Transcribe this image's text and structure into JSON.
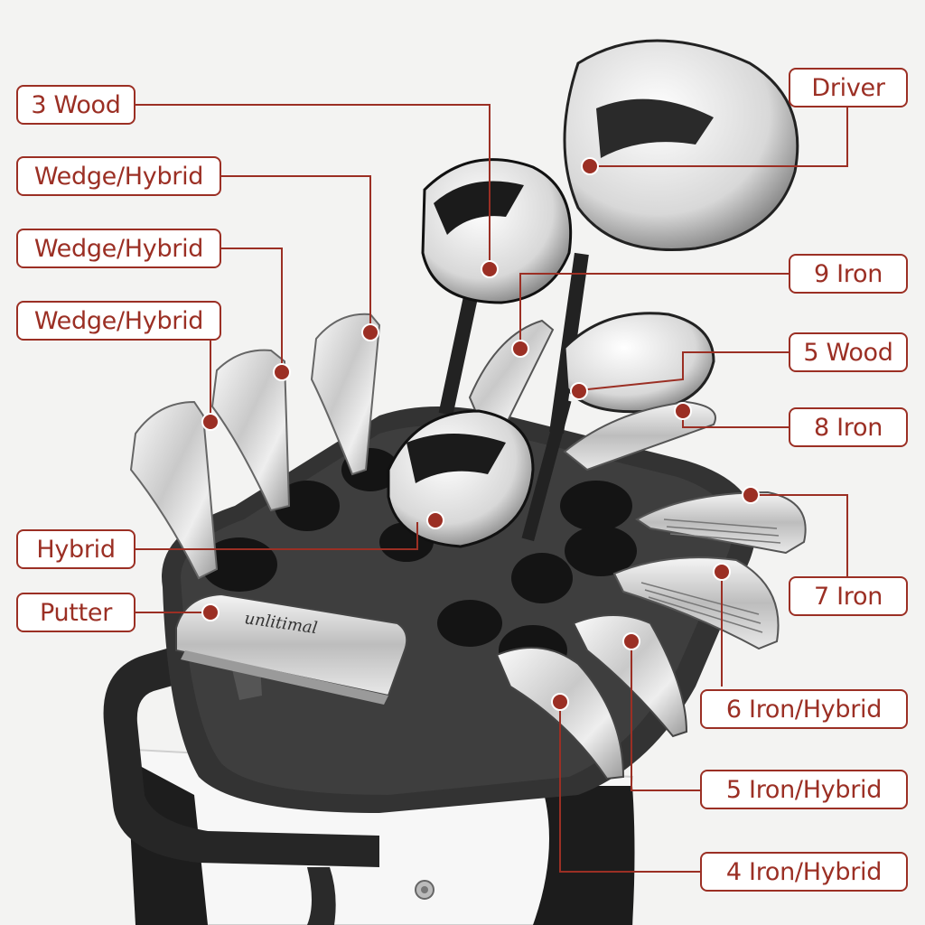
{
  "callouts": {
    "wood3": "3 Wood",
    "wedge_hybrid_1": "Wedge/Hybrid",
    "wedge_hybrid_2": "Wedge/Hybrid",
    "wedge_hybrid_3": "Wedge/Hybrid",
    "hybrid": "Hybrid",
    "putter": "Putter",
    "driver": "Driver",
    "iron9": "9 Iron",
    "wood5": "5 Wood",
    "iron8": "8 Iron",
    "iron7": "7 Iron",
    "iron_hybrid_6": "6 Iron/Hybrid",
    "iron_hybrid_5": "5 Iron/Hybrid",
    "iron_hybrid_4": "4 Iron/Hybrid"
  },
  "brand": "unlitimal",
  "colors": {
    "accent": "#9b2f24",
    "background": "#f3f3f2",
    "bag": "#2f2f2f"
  }
}
